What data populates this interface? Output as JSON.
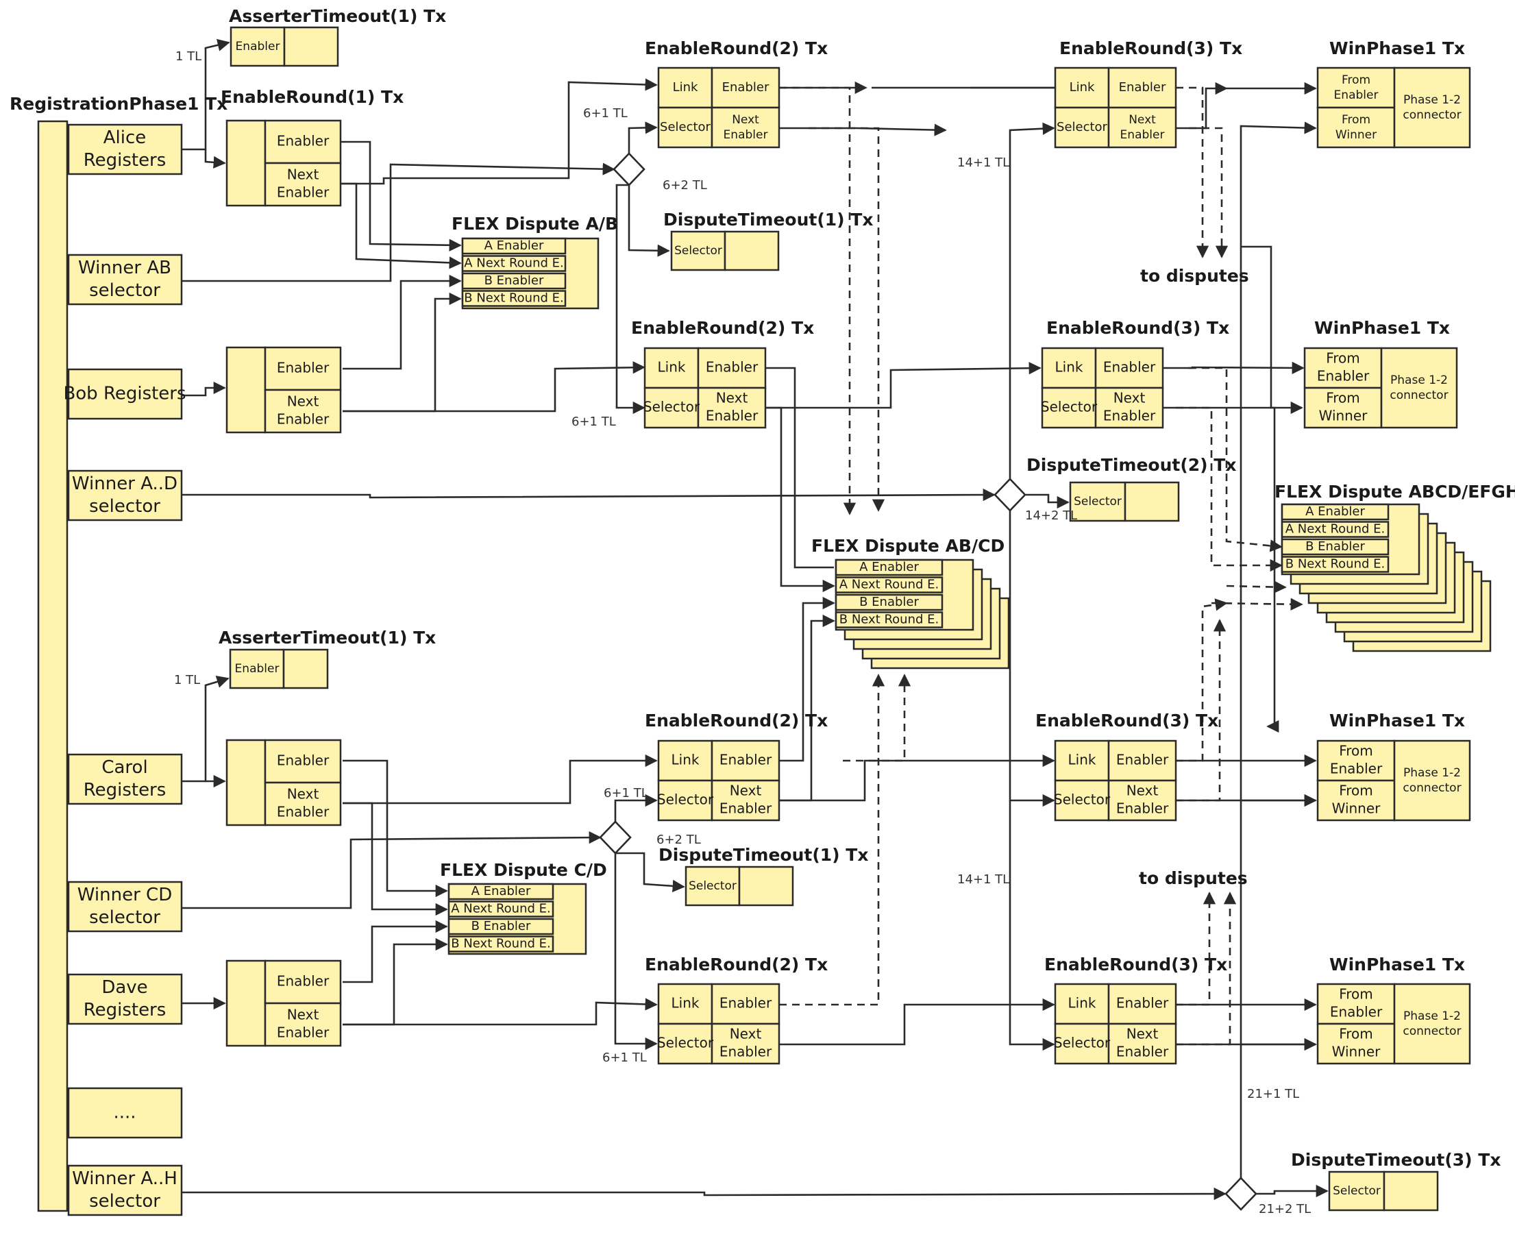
{
  "colors": {
    "box_fill": "#fff3b0",
    "line": "#2a2a2a",
    "background": "#ffffff"
  },
  "titles": {
    "registration": "RegistrationPhase1 Tx",
    "asserter_timeout": "AsserterTimeout(1) Tx",
    "enable_round_1": "EnableRound(1) Tx",
    "enable_round_2": "EnableRound(2) Tx",
    "enable_round_3": "EnableRound(3) Tx",
    "win_phase": "WinPhase1 Tx",
    "dispute_timeout_1": "DisputeTimeout(1) Tx",
    "dispute_timeout_2": "DisputeTimeout(2) Tx",
    "dispute_timeout_3": "DisputeTimeout(3) Tx",
    "flex_ab": "FLEX Dispute A/B",
    "flex_cd": "FLEX Dispute C/D",
    "flex_abcd": "FLEX Dispute AB/CD",
    "flex_abcdefgh": "FLEX Dispute ABCD/EFGH"
  },
  "registration_rows": {
    "alice": [
      "Alice",
      "Registers"
    ],
    "winner_ab": [
      "Winner AB",
      "selector"
    ],
    "bob": [
      "Bob Registers"
    ],
    "winner_ad": [
      "Winner A..D",
      "selector"
    ],
    "carol": [
      "Carol",
      "Registers"
    ],
    "winner_cd": [
      "Winner CD",
      "selector"
    ],
    "dave": [
      "Dave",
      "Registers"
    ],
    "ellipsis": [
      "...."
    ],
    "winner_ah": [
      "Winner A..H",
      "selector"
    ]
  },
  "fields": {
    "enabler": "Enabler",
    "next": "Next",
    "next_enabler": "Next Enabler",
    "link": "Link",
    "selector": "Selector",
    "from": "From",
    "enabler_word": "Enabler",
    "winner_word": "Winner",
    "phase_connector_1": "Phase 1-2",
    "phase_connector_2": "connector"
  },
  "flex_rows": [
    "A Enabler",
    "A Next Round E.",
    "B Enabler",
    "B Next Round E."
  ],
  "timelocks": {
    "t1": "1 TL",
    "t61": "6+1 TL",
    "t62": "6+2 TL",
    "t141": "14+1 TL",
    "t142": "14+2 TL",
    "t211": "21+1 TL",
    "t212": "21+2 TL"
  },
  "to_disputes": "to disputes"
}
